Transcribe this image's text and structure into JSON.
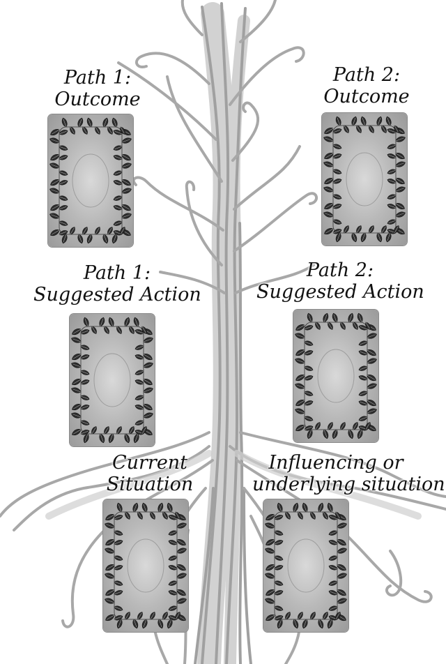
{
  "positions": [
    {
      "id": "path1-outcome",
      "title_lines": [
        "Path 1:",
        "Outcome"
      ]
    },
    {
      "id": "path2-outcome",
      "title_lines": [
        "Path 2:",
        "Outcome"
      ]
    },
    {
      "id": "path1-action",
      "title_lines": [
        "Path 1:",
        "Suggested Action"
      ]
    },
    {
      "id": "path2-action",
      "title_lines": [
        "Path 2:",
        "Suggested Action"
      ]
    },
    {
      "id": "current",
      "title_lines": [
        "Current",
        "Situation"
      ]
    },
    {
      "id": "influencing",
      "title_lines": [
        "Influencing or",
        "underlying situation"
      ]
    }
  ],
  "colors": {
    "tree": "#a8a8a8",
    "tree_light": "#c9c9c9",
    "text": "#111111"
  }
}
